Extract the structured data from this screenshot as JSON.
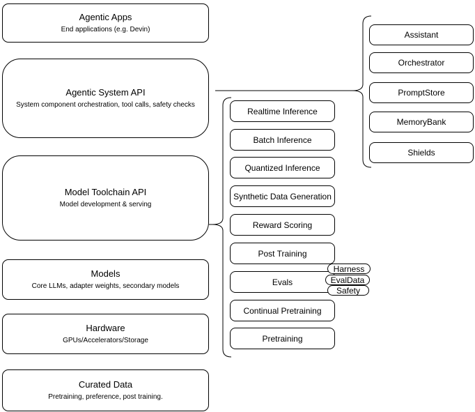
{
  "diagram": {
    "left_column": {
      "boxes": [
        {
          "title": "Agentic Apps",
          "subtitle": "End applications (e.g. Devin)"
        },
        {
          "title": "Agentic System API",
          "subtitle": "System component orchestration, tool calls, safety checks"
        },
        {
          "title": "Model Toolchain API",
          "subtitle": "Model development & serving"
        },
        {
          "title": "Models",
          "subtitle": "Core LLMs, adapter weights, secondary models"
        },
        {
          "title": "Hardware",
          "subtitle": "GPUs/Accelerators/Storage"
        },
        {
          "title": "Curated Data",
          "subtitle": "Pretraining, preference, post training."
        }
      ]
    },
    "middle_column": {
      "items": [
        "Realtime Inference",
        "Batch Inference",
        "Quantized Inference",
        "Synthetic Data Generation",
        "Reward Scoring",
        "Post Training",
        "Evals",
        "Continual Pretraining",
        "Pretraining"
      ],
      "eval_tags": [
        "Harness",
        "EvalData",
        "Safety"
      ]
    },
    "right_column": {
      "items": [
        "Assistant",
        "Orchestrator",
        "PromptStore",
        "MemoryBank",
        "Shields"
      ]
    },
    "colors": {
      "stroke": "#000000",
      "background": "#ffffff",
      "text": "#000000"
    }
  }
}
